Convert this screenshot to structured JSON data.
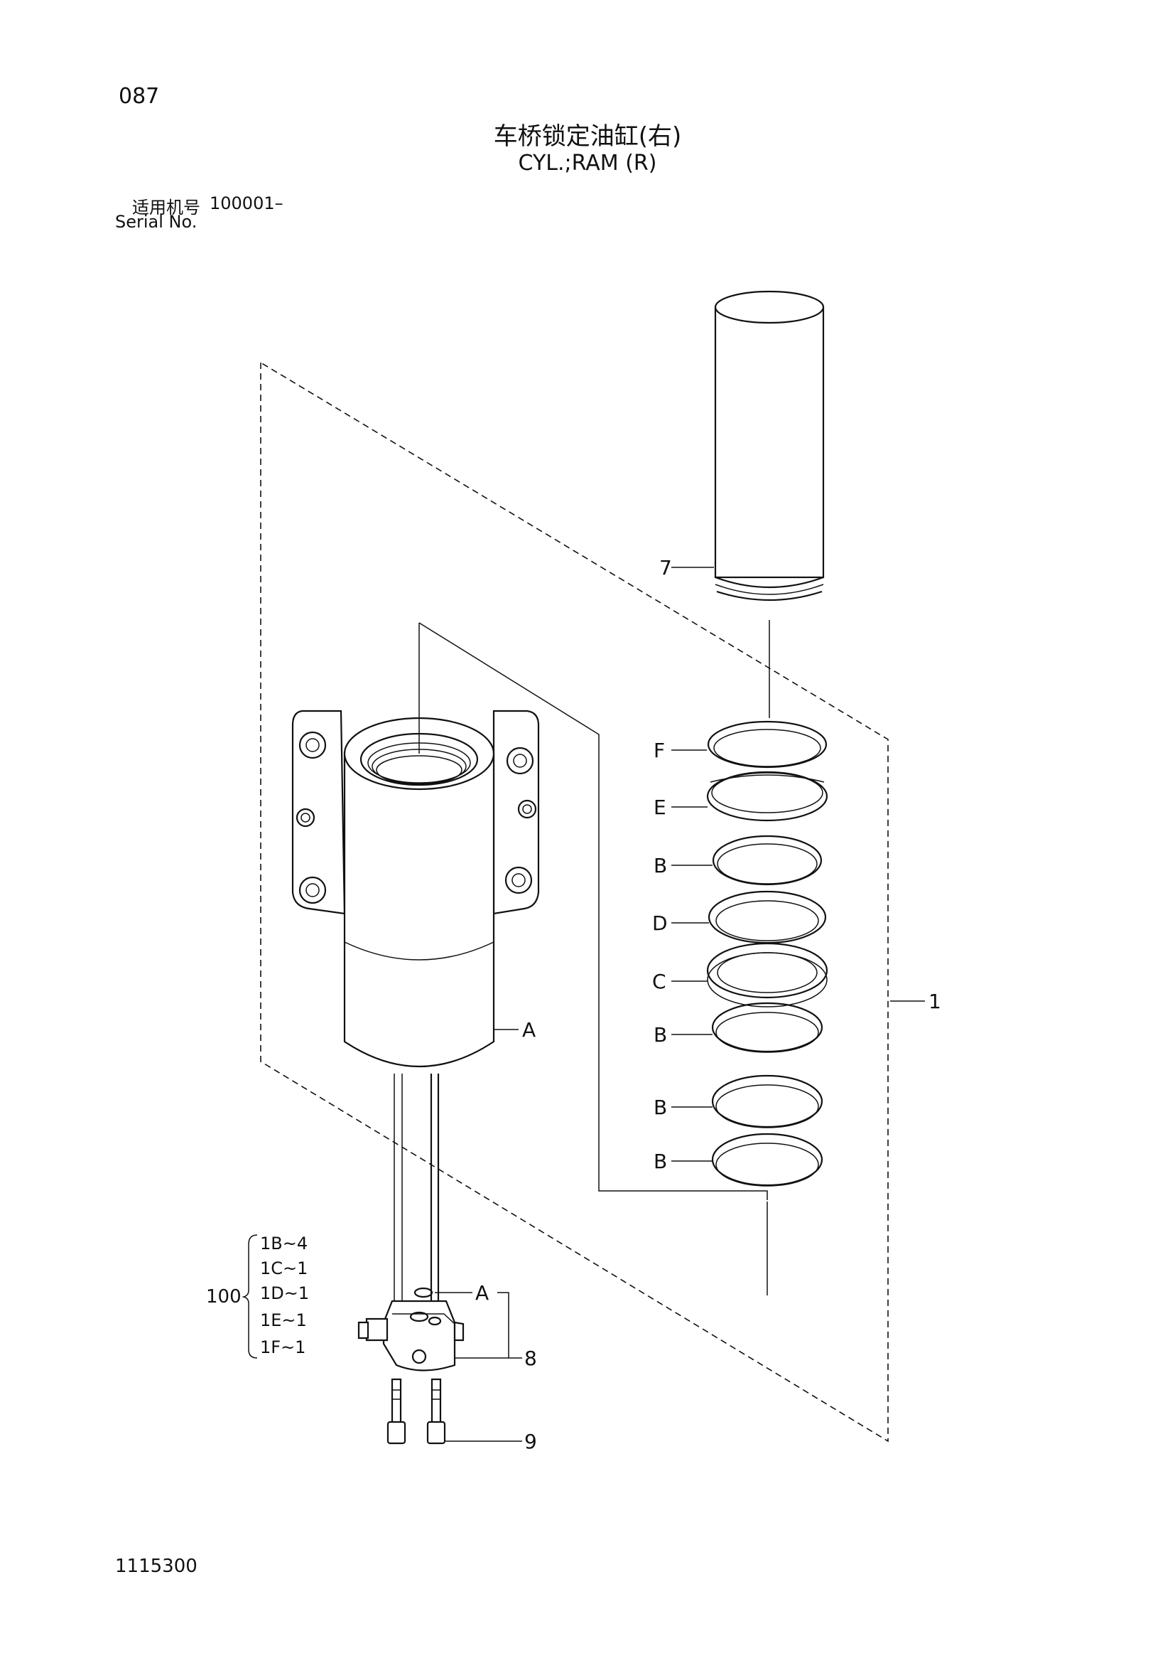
{
  "header": {
    "page_number": "087",
    "title_cn": "车桥锁定油缸(右)",
    "title_en": "CYL.;RAM (R)",
    "serial_label_cn": "适用机号",
    "serial_range": "100001–",
    "serial_label_en": "Serial No."
  },
  "footer": {
    "drawing_code": "1115300"
  },
  "callouts": {
    "part_7": "7",
    "ring_f": "F",
    "ring_e": "E",
    "ring_b1": "B",
    "ring_d": "D",
    "ring_c": "C",
    "ring_b2": "B",
    "ring_b3": "B",
    "ring_b4": "B",
    "assembly_1": "1",
    "tube_a": "A",
    "block_a": "A",
    "part_8": "8",
    "part_9": "9",
    "kit_100": "100"
  },
  "kit_list": [
    "1B~4",
    "1C~1",
    "1D~1",
    "1E~1",
    "1F~1"
  ]
}
